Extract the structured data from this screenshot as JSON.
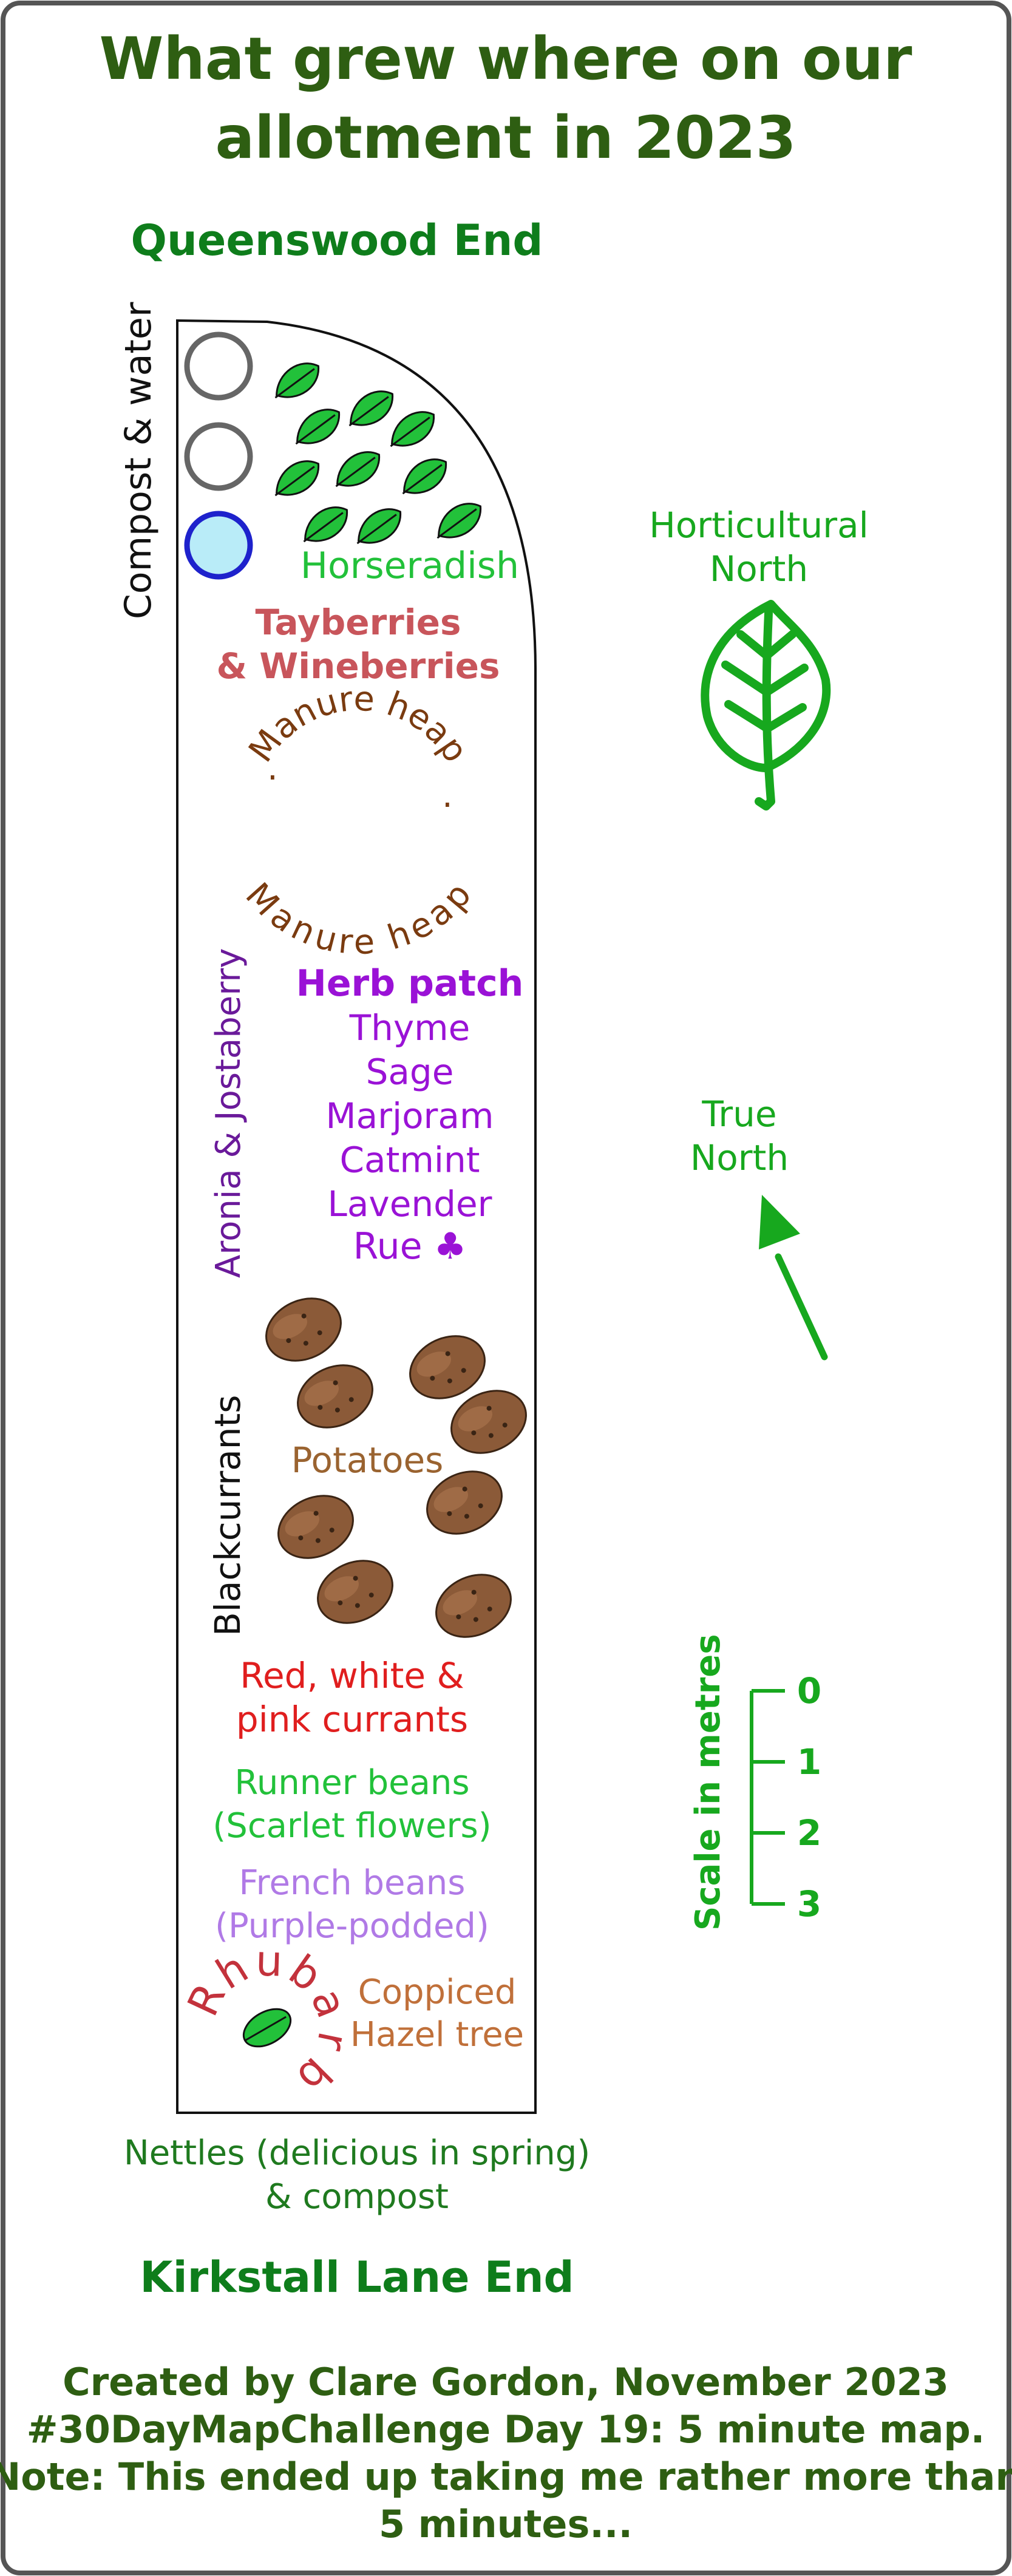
{
  "title": {
    "line1": "What grew where on our",
    "line2": "allotment in 2023"
  },
  "ends": {
    "top": "Queenswood End",
    "bottom": "Kirkstall Lane End"
  },
  "plot": {
    "compost_water": "Compost & water",
    "horseradish": "Horseradish",
    "tayberries": {
      "line1": "Tayberries",
      "line2": "& Wineberries"
    },
    "manure": {
      "top": "Manure heap",
      "bottom": "Manure heap",
      "sep": "·"
    },
    "aronia": "Aronia & Jostaberry",
    "herb_patch": {
      "title": "Herb patch",
      "items": [
        "Thyme",
        "Sage",
        "Marjoram",
        "Catmint",
        "Lavender"
      ],
      "rue": "Rue ♣"
    },
    "blackcurrants": "Blackcurrants",
    "potatoes": "Potatoes",
    "currants": {
      "line1": "Red, white &",
      "line2": "pink currants"
    },
    "runner_beans": {
      "line1": "Runner beans",
      "line2": "(Scarlet flowers)"
    },
    "french_beans": {
      "line1": "French beans",
      "line2": "(Purple-podded)"
    },
    "rhubarb": [
      "R",
      "h",
      "u",
      "b",
      "a",
      "r",
      "b"
    ],
    "hazel": {
      "line1": "Coppiced",
      "line2": "Hazel tree"
    },
    "nettles": {
      "line1": "Nettles (delicious in spring)",
      "line2": "& compost"
    }
  },
  "compass": {
    "horticultural": {
      "line1": "Horticultural",
      "line2": "North"
    },
    "true": {
      "line1": "True",
      "line2": "North"
    }
  },
  "scale": {
    "title": "Scale in metres",
    "ticks": [
      "0",
      "1",
      "2",
      "3"
    ]
  },
  "credits": {
    "line1": "Created by Clare Gordon, November 2023",
    "line2": "#30DayMapChallenge Day 19: 5 minute map.",
    "line3": "Note: This ended up taking me rather more than",
    "line4": "5 minutes..."
  },
  "colors": {
    "title": "#2e5e12",
    "ends": "#0e7d1b",
    "horseradish": "#22c13a",
    "tayberries": "#c8555b",
    "manure": "#7a3b10",
    "herbs": "#9a12d6",
    "aronia": "#6a1a9a",
    "potato": "#8b5a38",
    "potatoes_label": "#9a6330",
    "currants": "#e01e1e",
    "runner": "#22c13a",
    "french": "#b07ae6",
    "rhubarb": "#c3323c",
    "hazel": "#c0703a",
    "nettles": "#1f7a1f",
    "compass": "#17a81e",
    "scale": "#17a81e",
    "credits": "#2e5e12",
    "water": "#b9ecf8",
    "water_stroke": "#1e22cc"
  }
}
